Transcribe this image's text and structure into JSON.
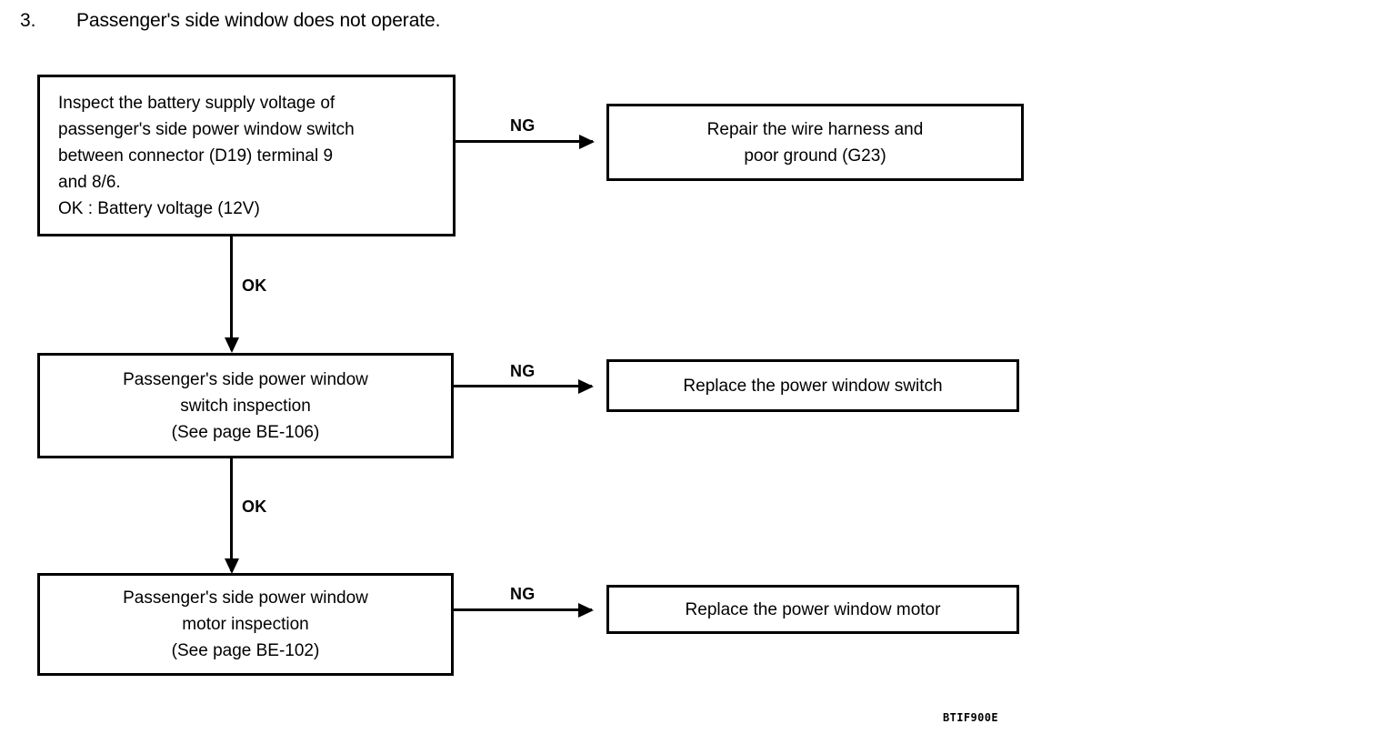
{
  "heading": {
    "number": "3.",
    "text": "Passenger's side window does not operate."
  },
  "flowchart": {
    "boxes": {
      "inspect_battery": {
        "lines": [
          "Inspect the battery supply voltage of",
          "passenger's side power window switch",
          "between connector (D19) terminal 9",
          "and 8/6.",
          "OK : Battery voltage (12V)"
        ]
      },
      "repair_harness": {
        "lines": [
          "Repair the wire harness and",
          "poor ground (G23)"
        ]
      },
      "switch_inspection": {
        "lines": [
          "Passenger's side power window",
          "switch inspection",
          "(See page BE-106)"
        ]
      },
      "replace_switch": {
        "lines": [
          "Replace the power window switch"
        ]
      },
      "motor_inspection": {
        "lines": [
          "Passenger's side power window",
          "motor inspection",
          "(See page BE-102)"
        ]
      },
      "replace_motor": {
        "lines": [
          "Replace the power window motor"
        ]
      }
    },
    "edges": {
      "ng_1": "NG",
      "ng_2": "NG",
      "ng_3": "NG",
      "ok_1": "OK",
      "ok_2": "OK"
    }
  },
  "figure_id": "BTIF900E"
}
